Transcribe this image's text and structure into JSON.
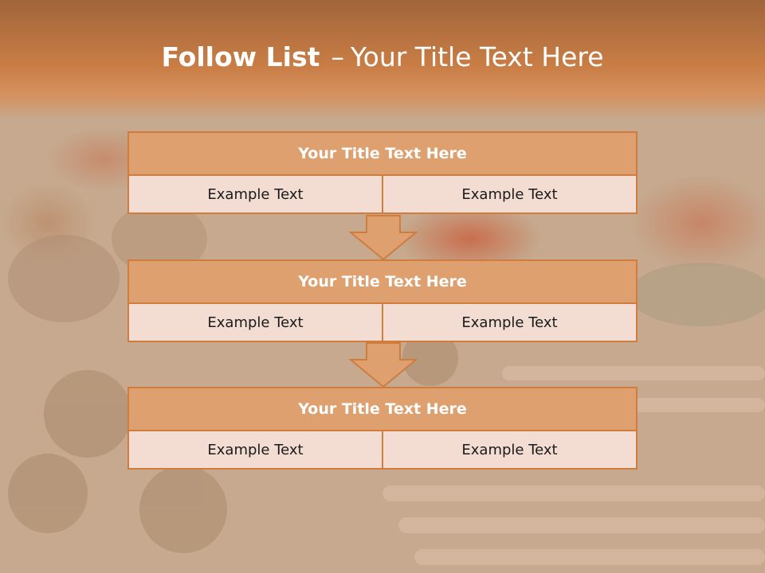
{
  "header": {
    "title_bold": "Follow List",
    "title_sep": "–",
    "title_rest": "Your Title Text Here"
  },
  "steps": [
    {
      "title": "Your Title Text Here",
      "left": "Example Text",
      "right": "Example Text"
    },
    {
      "title": "Your Title Text Here",
      "left": "Example Text",
      "right": "Example Text"
    },
    {
      "title": "Your Title Text Here",
      "left": "Example Text",
      "right": "Example Text"
    }
  ],
  "colors": {
    "accent": "#cf7c3d",
    "title_fill": "#dea06f",
    "cell_fill": "#f3ddd2",
    "header": "#c97d45"
  }
}
